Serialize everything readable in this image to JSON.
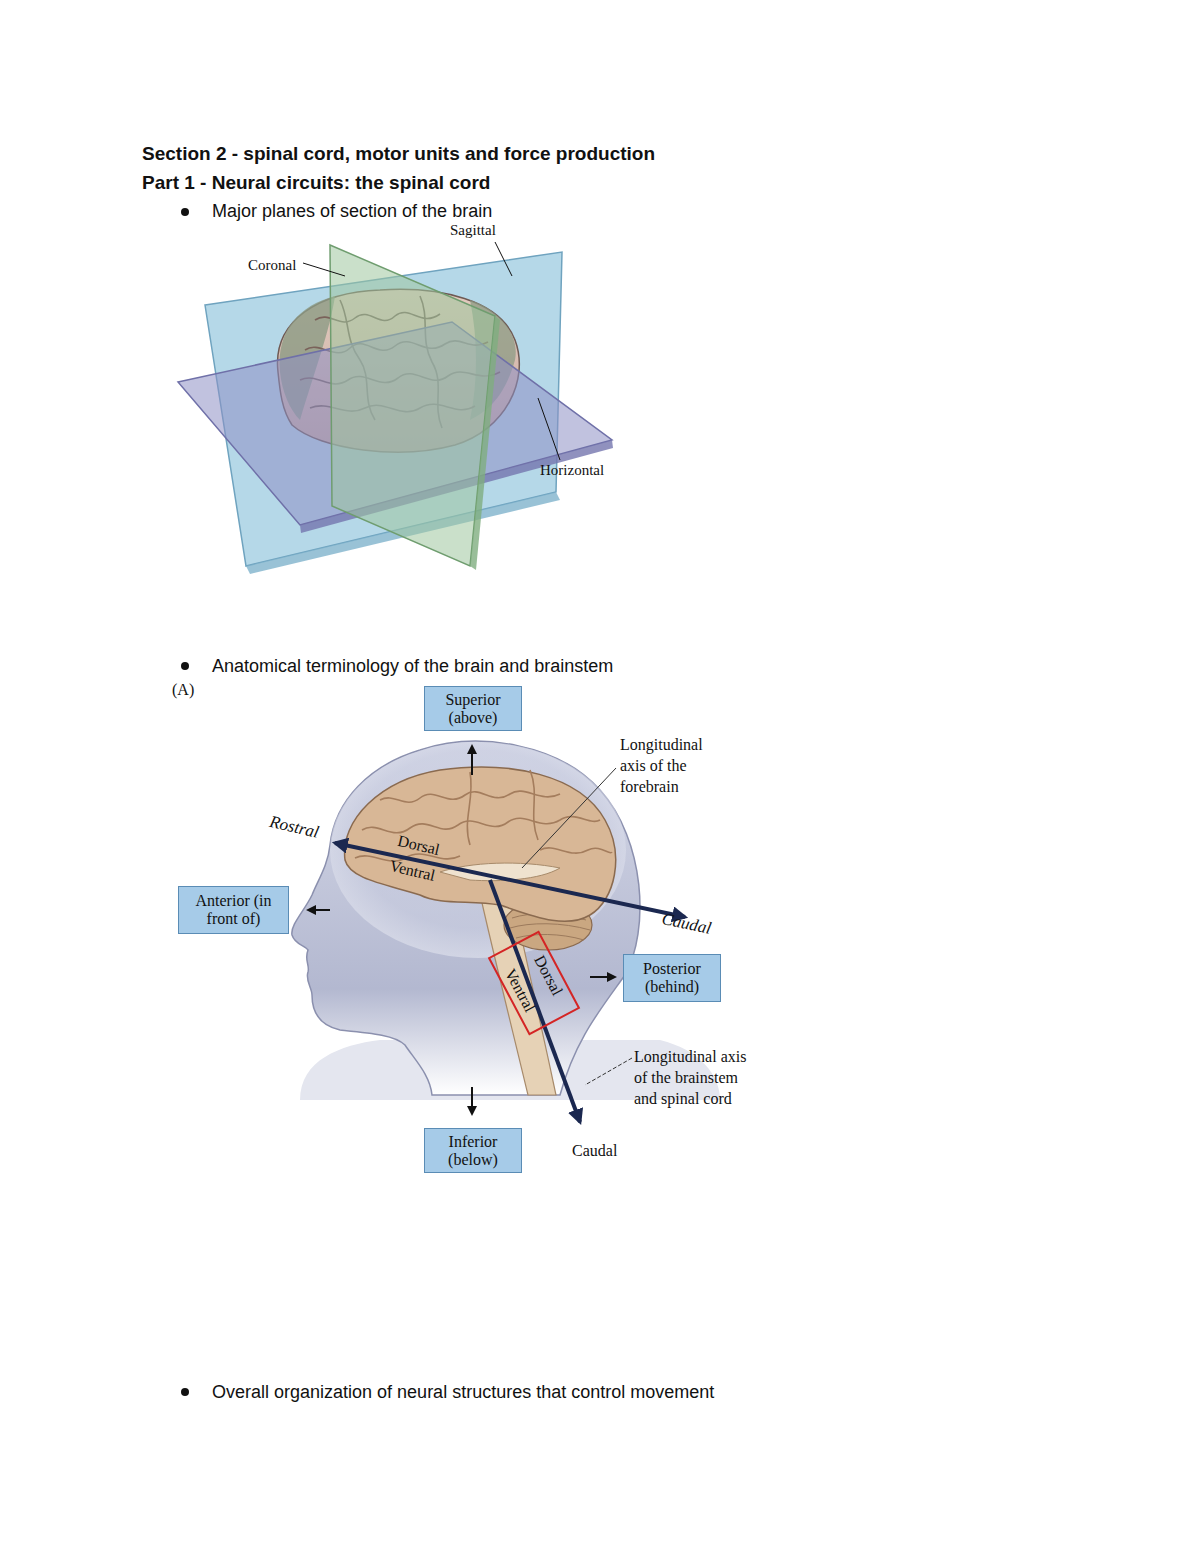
{
  "diagram": {
    "title": "Section 2 - spinal cord, motor units and force production",
    "nodes": [
      {
        "text": [
          "Superior (above)"
        ]
      },
      {
        "text": [
          "Anterior (in front of)"
        ]
      },
      {
        "text": [
          "Posterior (behind)"
        ]
      },
      {
        "text": [
          "Inferior (below)"
        ]
      },
      {
        "text": [
          "Dorsal",
          "Ventral"
        ]
      }
    ],
    "labels": [
      "Part 1 - Neural circuits: the spinal cord",
      "Major planes of section of the brain",
      "Sagittal",
      "Coronal",
      "Horizontal",
      "Anatomical terminology of the brain and brainstem",
      "(A)",
      "Longitudinal axis of the forebrain",
      "Rostral",
      "Dorsal",
      "Ventral",
      "Caudal",
      "Longitudinal axis of the brainstem and spinal cord",
      "Caudal",
      "Overall organization of neural structures that control movement"
    ]
  }
}
